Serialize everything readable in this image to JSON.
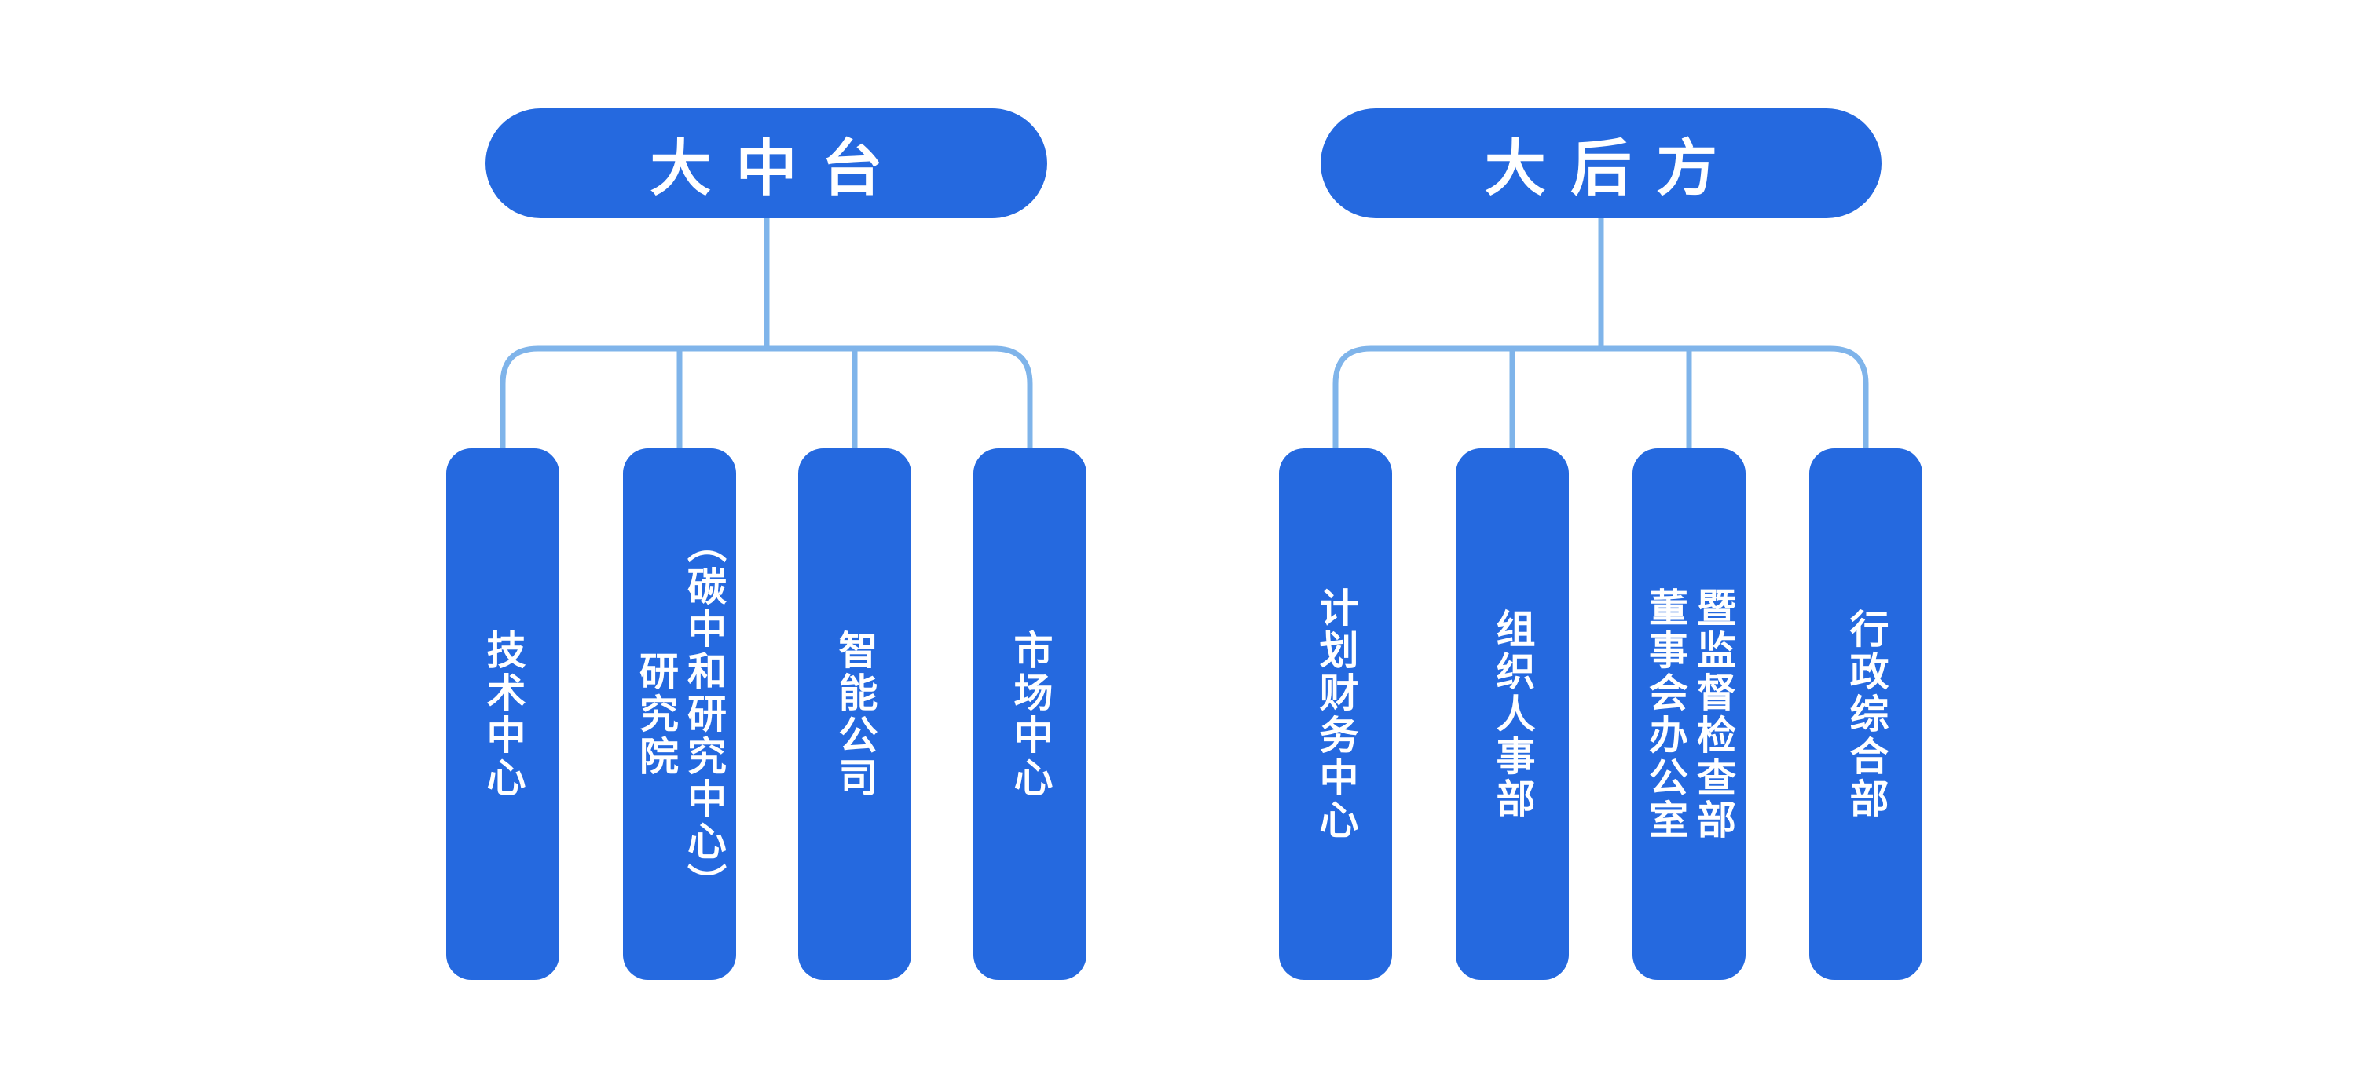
{
  "colors": {
    "node_fill": "#2569df",
    "connector": "#7fb4ea",
    "text": "#ffffff",
    "background": "#ffffff"
  },
  "chart_data": {
    "type": "org-chart",
    "groups": [
      {
        "root": {
          "label": "大中台"
        },
        "children": [
          {
            "id": "tech-center",
            "label": "技术中心"
          },
          {
            "id": "research-institute",
            "label": "研究院\n（碳中和研究中心）"
          },
          {
            "id": "intelligent-company",
            "label": "智能公司"
          },
          {
            "id": "market-center",
            "label": "市场中心"
          }
        ]
      },
      {
        "root": {
          "label": "大后方"
        },
        "children": [
          {
            "id": "planning-finance-center",
            "label": "计划财务中心"
          },
          {
            "id": "organization-hr-dept",
            "label": "组织人事部"
          },
          {
            "id": "board-office-supervision-dept",
            "label": "董事会办公室\n暨监督检查部"
          },
          {
            "id": "admin-general-dept",
            "label": "行政综合部"
          }
        ]
      }
    ]
  }
}
